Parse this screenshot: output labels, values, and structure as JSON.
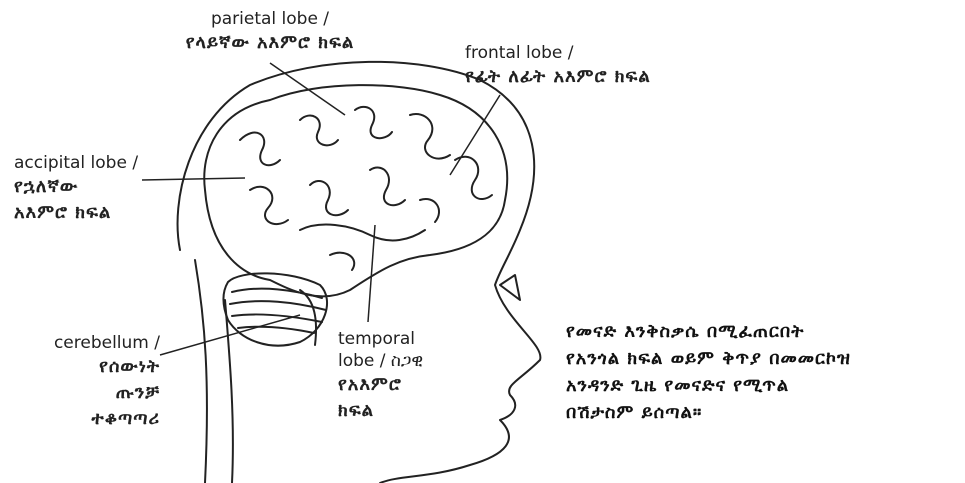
{
  "labels": {
    "parietal": {
      "en": "parietal lobe /",
      "am": "የላይኛው አእምሮ ክፍል"
    },
    "frontal": {
      "en": "frontal lobe /",
      "am": "የፊት ለፊት አእምሮ ክፍል"
    },
    "occipital": {
      "en": "accipital lobe /",
      "am1": "የኋለኛው",
      "am2": "አእምሮ ክፍል"
    },
    "cerebellum": {
      "en": "cerebellum /",
      "am1": "የሰውነት",
      "am2": "ጡንቻ",
      "am3": "ተቆጣጣሪ"
    },
    "temporal": {
      "en1": "temporal",
      "en2": "lobe / ስጋዊ",
      "am1": "የአእምሮ",
      "am2": "ክፍል"
    }
  },
  "note": [
    "የመናድ እንቅስቃሴ በሚፈጠርበት",
    "የአንጎል ክፍል ወይም ቅጥያ በመመርኮዝ",
    "አንዳንድ ጊዜ የመናድና የሚጥል",
    "በሽታስም ይሰጣል።"
  ],
  "colors": {
    "ink": "#222222",
    "background": "#ffffff"
  }
}
